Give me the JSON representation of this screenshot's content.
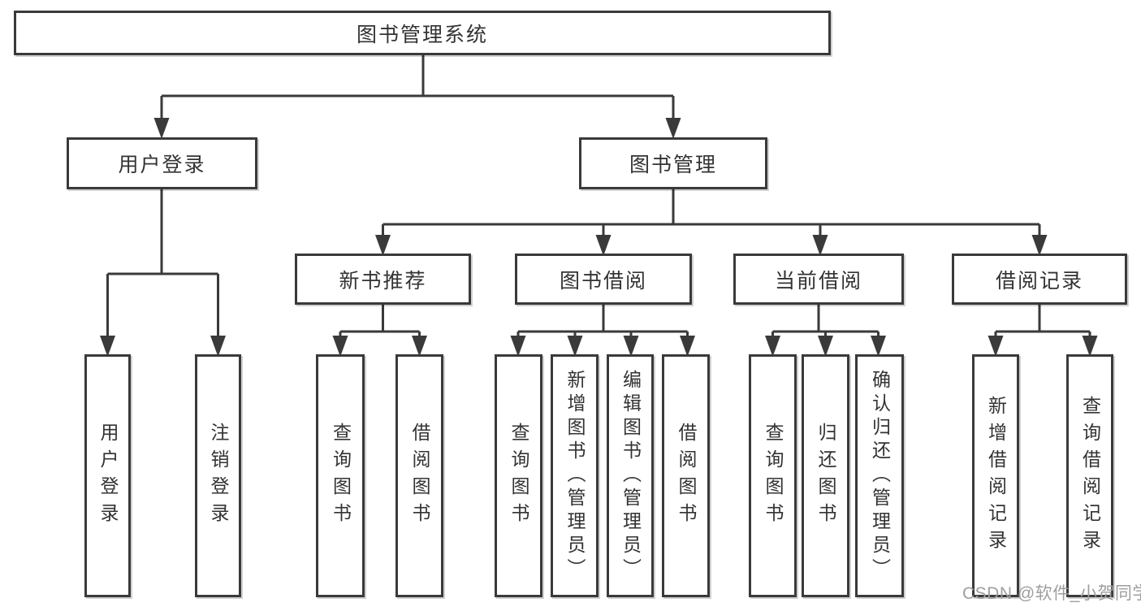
{
  "tree": {
    "root": {
      "label": "图书管理系统",
      "children": [
        {
          "label": "用户登录",
          "children": [
            {
              "label": "用户登录"
            },
            {
              "label": "注销登录"
            }
          ]
        },
        {
          "label": "图书管理",
          "children": [
            {
              "label": "新书推荐",
              "children": [
                {
                  "label": "查询图书"
                },
                {
                  "label": "借阅图书"
                }
              ]
            },
            {
              "label": "图书借阅",
              "children": [
                {
                  "label": "查询图书"
                },
                {
                  "label": "新增图书（管理员）"
                },
                {
                  "label": "编辑图书（管理员）"
                },
                {
                  "label": "借阅图书"
                }
              ]
            },
            {
              "label": "当前借阅",
              "children": [
                {
                  "label": "查询图书"
                },
                {
                  "label": "归还图书"
                },
                {
                  "label": "确认归还（管理员）"
                }
              ]
            },
            {
              "label": "借阅记录",
              "children": [
                {
                  "label": "新增借阅记录"
                },
                {
                  "label": "查询借阅记录"
                }
              ]
            }
          ]
        }
      ]
    }
  },
  "colors": {
    "line": "#3a3a3a",
    "text": "#333333",
    "watermark_gray": "#9e9e9e",
    "background": "#ffffff"
  },
  "watermark": {
    "text": "CSDN @软件_小贺同学"
  }
}
